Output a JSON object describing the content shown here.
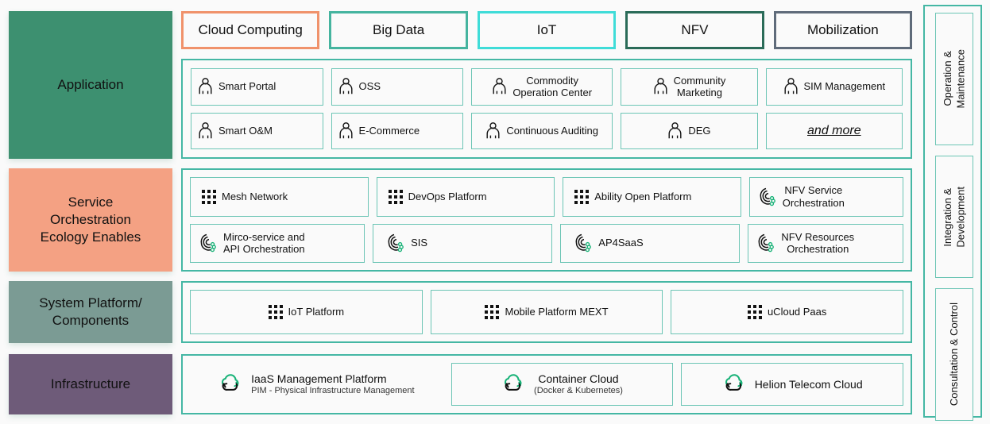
{
  "layers": [
    {
      "name": "Application",
      "color": "#3d9070"
    },
    {
      "name": "Service\nOrchestration\nEcology Enables",
      "color": "#f4a183"
    },
    {
      "name": "System Platform/\nComponents",
      "color": "#7b9b94"
    },
    {
      "name": "Infrastructure",
      "color": "#6e5b79"
    }
  ],
  "tabs": [
    {
      "label": "Cloud Computing",
      "color": "#f0926b"
    },
    {
      "label": "Big Data",
      "color": "#45b49f"
    },
    {
      "label": "IoT",
      "color": "#3fdcd8"
    },
    {
      "label": "NFV",
      "color": "#2a6b58"
    },
    {
      "label": "Mobilization",
      "color": "#5f6b7a"
    }
  ],
  "application": {
    "row1": [
      {
        "label": "Smart Portal",
        "icon": "person-icon"
      },
      {
        "label": "OSS",
        "icon": "person-icon"
      },
      {
        "label": "Commodity\nOperation Center",
        "icon": "person-icon"
      },
      {
        "label": "Community\nMarketing",
        "icon": "person-icon"
      },
      {
        "label": "SIM Management",
        "icon": "person-icon"
      }
    ],
    "row2": [
      {
        "label": "Smart O&M",
        "icon": "person-icon"
      },
      {
        "label": "E-Commerce",
        "icon": "person-icon"
      },
      {
        "label": "Continuous Auditing",
        "icon": "person-icon"
      },
      {
        "label": "DEG",
        "icon": "person-icon"
      },
      {
        "label": "and more",
        "icon": "none"
      }
    ]
  },
  "service": {
    "row1": [
      {
        "label": "Mesh Network",
        "icon": "dot-grid-icon"
      },
      {
        "label": "DevOps Platform",
        "icon": "dot-grid-icon"
      },
      {
        "label": "Ability Open Platform",
        "icon": "dot-grid-icon"
      },
      {
        "label": "NFV Service\nOrchestration",
        "icon": "orchestration-icon"
      }
    ],
    "row2": [
      {
        "label": "Mirco-service and\nAPI Orchestration",
        "icon": "orchestration-icon"
      },
      {
        "label": "SIS",
        "icon": "orchestration-icon"
      },
      {
        "label": "AP4SaaS",
        "icon": "orchestration-icon"
      },
      {
        "label": "NFV Resources\nOrchestration",
        "icon": "orchestration-icon"
      }
    ]
  },
  "system": {
    "row1": [
      {
        "label": "IoT Platform",
        "icon": "dot-grid-icon"
      },
      {
        "label": "Mobile Platform MEXT",
        "icon": "dot-grid-icon"
      },
      {
        "label": "uCloud Paas",
        "icon": "dot-grid-icon"
      }
    ]
  },
  "infrastructure": {
    "row1": [
      {
        "label": "IaaS Management Platform",
        "sub": "PIM - Physical Infrastructure Management",
        "icon": "cloud-refresh-icon",
        "bordered": false
      },
      {
        "label": "Container Cloud",
        "sub": "(Docker & Kubernetes)",
        "icon": "cloud-refresh-icon",
        "bordered": true
      },
      {
        "label": "Helion Telecom Cloud",
        "sub": "",
        "icon": "cloud-refresh-icon",
        "bordered": true
      }
    ]
  },
  "side_panels": [
    {
      "label": "Operation &\nMaintenance"
    },
    {
      "label": "Integration &\nDevelopment"
    },
    {
      "label": "Consultation & Control"
    }
  ],
  "theme": {
    "accent": "#45b7a4",
    "cell_border": "#6cc5b5",
    "bg": "#fafafa",
    "icon_green": "#17b277"
  }
}
